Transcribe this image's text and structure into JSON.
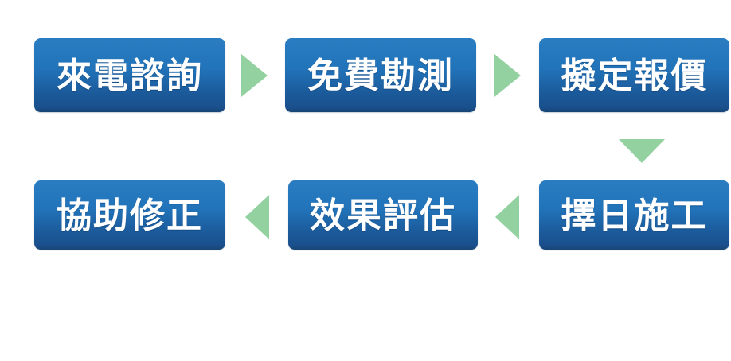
{
  "diagram": {
    "type": "process-flow",
    "description": "Six-step service process flowchart, S-shaped: top row left-to-right, down connector, bottom row right-to-left",
    "colors": {
      "box_top": "#2b7dc2",
      "box_bottom": "#1a4f8c",
      "arrow": "#93d1a0",
      "text": "#ffffff",
      "background": "#ffffff"
    },
    "steps": [
      {
        "order": 1,
        "label": "來電諮詢"
      },
      {
        "order": 2,
        "label": "免費勘測"
      },
      {
        "order": 3,
        "label": "擬定報價"
      },
      {
        "order": 4,
        "label": "擇日施工"
      },
      {
        "order": 5,
        "label": "效果評估"
      },
      {
        "order": 6,
        "label": "協助修正"
      }
    ],
    "connectors": [
      {
        "from": 1,
        "to": 2,
        "direction": "right"
      },
      {
        "from": 2,
        "to": 3,
        "direction": "right"
      },
      {
        "from": 3,
        "to": 4,
        "direction": "down"
      },
      {
        "from": 4,
        "to": 5,
        "direction": "left"
      },
      {
        "from": 5,
        "to": 6,
        "direction": "left"
      }
    ]
  }
}
